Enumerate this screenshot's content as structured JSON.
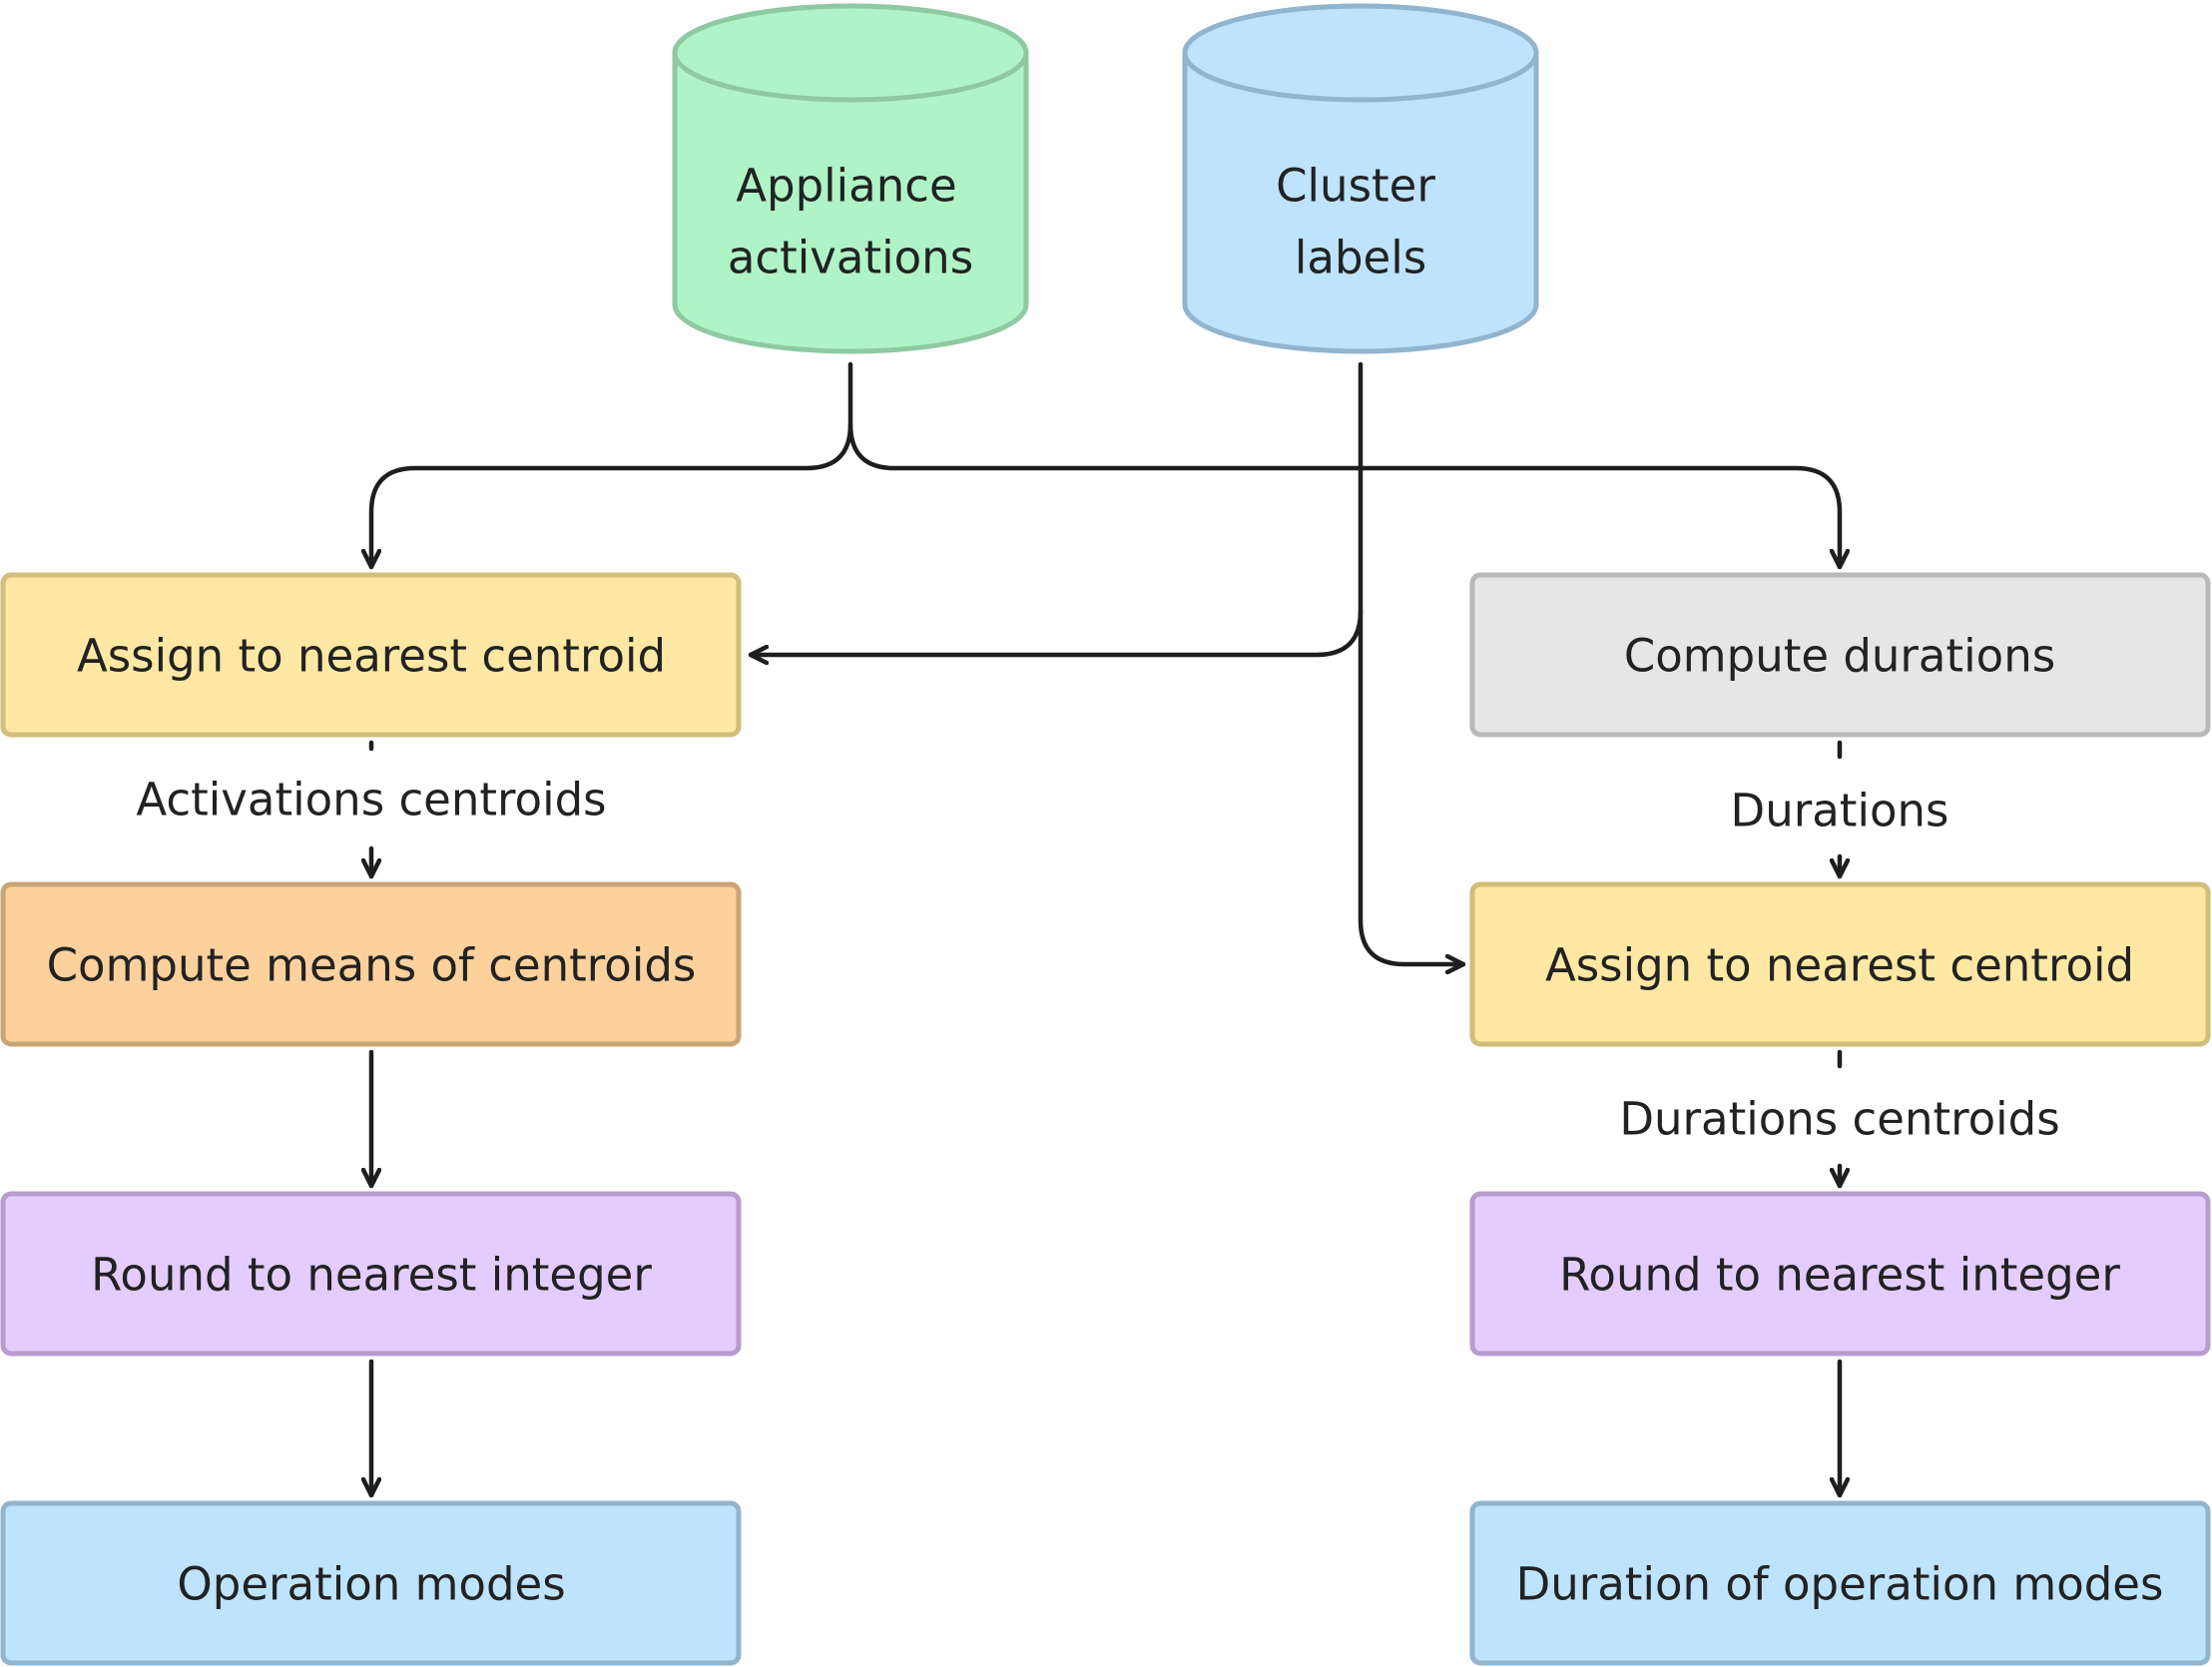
{
  "colors": {
    "green_fill": "#aff4c6",
    "green_stroke": "#8fc9a2",
    "blue_fill": "#bde3ff",
    "blue_stroke": "#91b4cf",
    "yellow_fill": "#ffe8a3",
    "yellow_stroke": "#d2bd7a",
    "orange_fill": "#fcd19c",
    "orange_stroke": "#c9a475",
    "gray_fill": "#e6e6e6",
    "gray_stroke": "#b9b9b9",
    "purple_fill": "#e4ccff",
    "purple_stroke": "#b89ccf",
    "edge": "#1e1e1e",
    "text": "#222222"
  },
  "datastores": {
    "appliance_activations": {
      "line1": "Appliance",
      "line2": "activations"
    },
    "cluster_labels": {
      "line1": "Cluster",
      "line2": "labels"
    }
  },
  "left_branch": {
    "assign": "Assign to nearest centroid",
    "edge_label": "Activations centroids",
    "means": "Compute means of centroids",
    "round": "Round to nearest integer",
    "output": "Operation modes"
  },
  "right_branch": {
    "durations": "Compute durations",
    "edge_label_1": "Durations",
    "assign": "Assign to nearest centroid",
    "edge_label_2": "Durations centroids",
    "round": "Round to nearest integer",
    "output": "Duration of operation modes"
  }
}
